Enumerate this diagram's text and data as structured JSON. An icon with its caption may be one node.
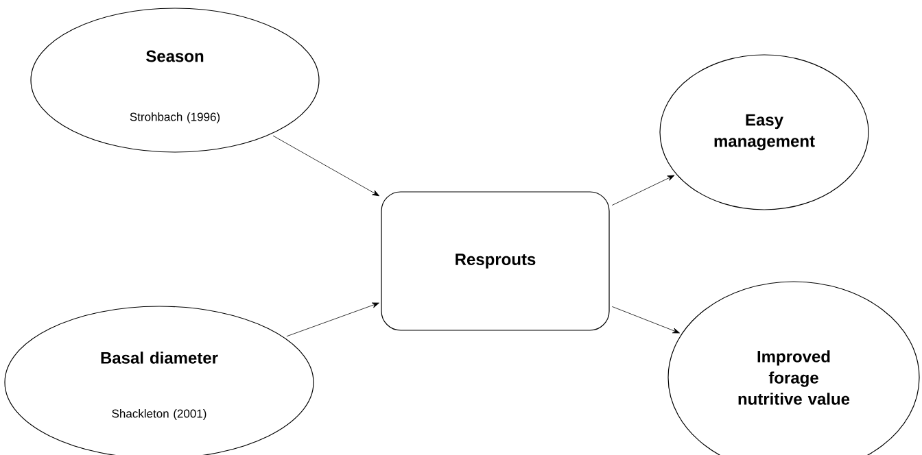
{
  "diagram": {
    "nodes": [
      {
        "text": [
          "Season",
          "Strohbach (1996)"
        ]
      },
      {
        "text": [
          "Basal diameter",
          "Shackleton (2001)"
        ]
      },
      {
        "text": [
          "Resprouts"
        ]
      },
      {
        "text": [
          "Easy management"
        ]
      },
      {
        "text": [
          "Improved forage nutritive value"
        ]
      }
    ],
    "edges": [
      {
        "from": 0,
        "to": 2,
        "arrow": "to"
      },
      {
        "from": 1,
        "to": 2,
        "arrow": "to"
      },
      {
        "from": 2,
        "to": 3,
        "arrow": "to"
      },
      {
        "from": 2,
        "to": 4,
        "arrow": "to"
      }
    ]
  }
}
